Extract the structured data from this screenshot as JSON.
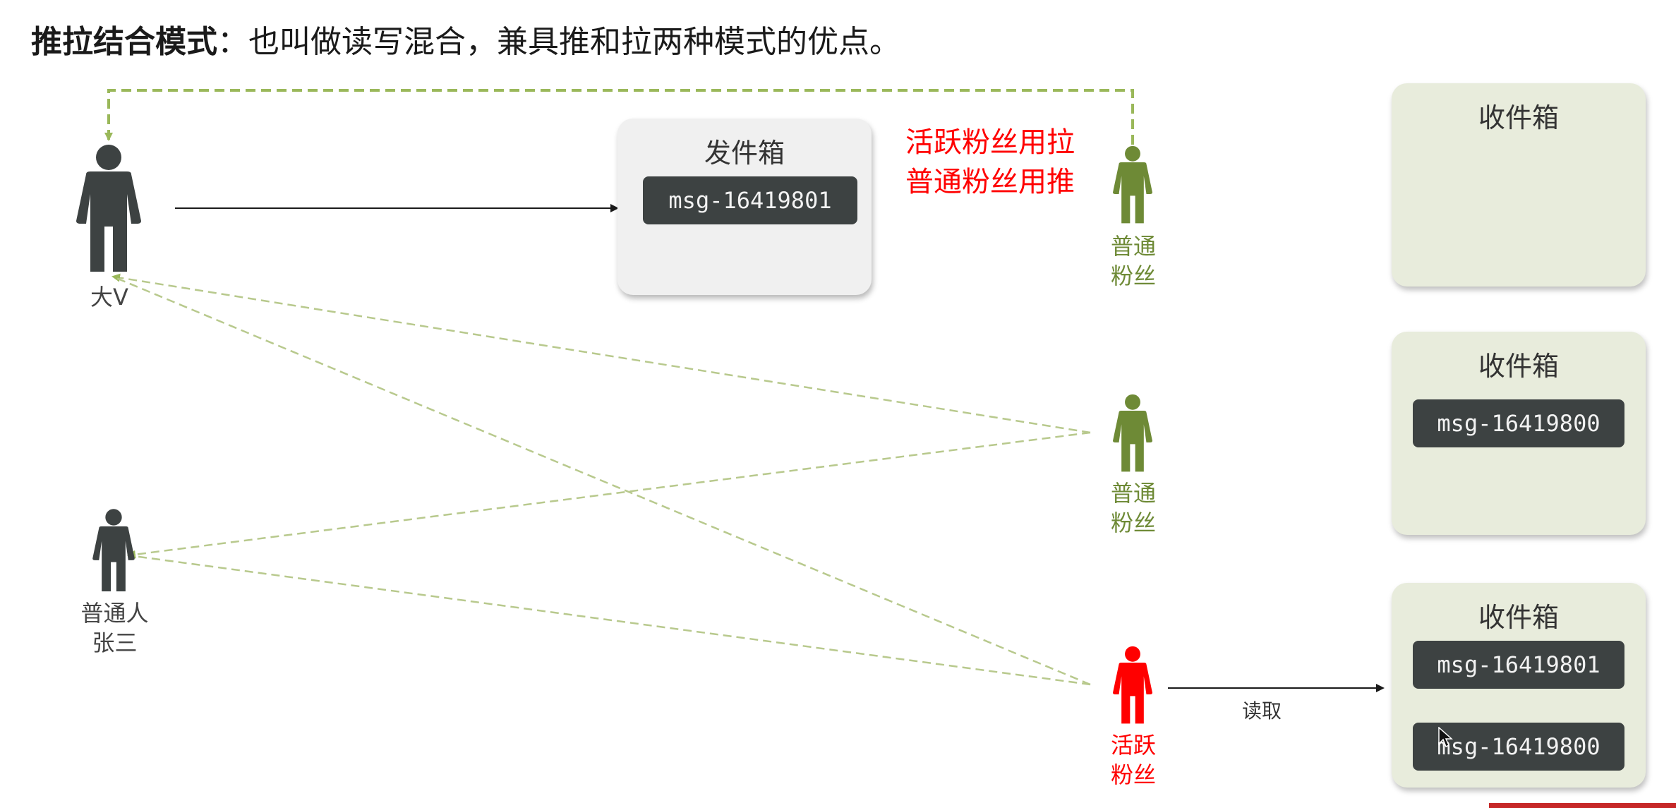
{
  "heading": {
    "bold": "推拉结合模式",
    "rest": "：也叫做读写混合，兼具推和拉两种模式的优点。"
  },
  "people": {
    "bigv": "大V",
    "zhangsan_line1": "普通人",
    "zhangsan_line2": "张三",
    "fan1_line1": "普通",
    "fan1_line2": "粉丝",
    "fan2_line1": "普通",
    "fan2_line2": "粉丝",
    "active_line1": "活跃",
    "active_line2": "粉丝"
  },
  "outbox": {
    "title": "发件箱",
    "messages": [
      "msg-16419801"
    ]
  },
  "note": {
    "line1": "活跃粉丝用拉",
    "line2": "普通粉丝用推"
  },
  "inboxes": [
    {
      "title": "收件箱",
      "messages": []
    },
    {
      "title": "收件箱",
      "messages": [
        "msg-16419800"
      ]
    },
    {
      "title": "收件箱",
      "messages": [
        "msg-16419801",
        "msg-16419800"
      ]
    }
  ],
  "read_label": "读取",
  "colors": {
    "dark_person": "#3d4242",
    "fan_green": "#6e8a36",
    "active_red": "#ff0000",
    "dashed": "#b8c98d"
  }
}
